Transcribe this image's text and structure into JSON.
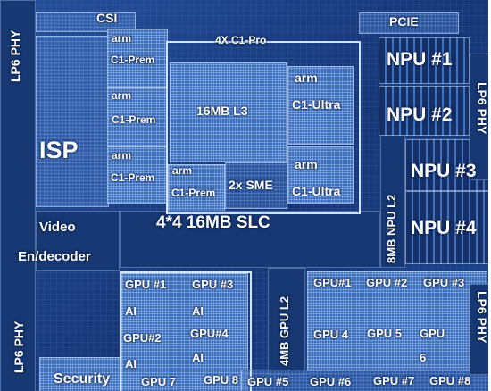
{
  "labels": {
    "csi": "CSI",
    "pcie": "PCIE",
    "lp6_phy_top_left": "LP6 PHY",
    "lp6_phy_bottom_left": "LP6 PHY",
    "lp6_phy_top_right": "LP6 PHY",
    "lp6_phy_bottom_right": "LP6 PHY",
    "isp": "ISP",
    "video": "Video",
    "en_decoder": "En/decoder",
    "security": "Security",
    "cpu_cluster": "4X C1-Pro",
    "l3_cache": "16MB L3",
    "sme": "2x SME",
    "slc": "4*4 16MB SLC",
    "npu_l2": "8MB NPU L2",
    "gpu_l2": "4MB GPU L2",
    "arm": "arm",
    "c1_prem": "C1-Prem",
    "c1_ultra": "C1-Ultra",
    "ai": "AI"
  },
  "npu": [
    "NPU #1",
    "NPU #2",
    "NPU #3",
    "NPU #4"
  ],
  "gpu_left": [
    "GPU #1",
    "GPU #3",
    "GPU#2",
    "GPU#4",
    "GPU 7",
    "GPU 8"
  ],
  "gpu_right": [
    "GPU#1",
    "GPU #2",
    "GPU #3",
    "GPU 4",
    "GPU 5",
    "GPU",
    "6",
    "GPU #5",
    "GPU #6",
    "GPU #7",
    "GPU #8"
  ],
  "colors": {
    "die": "#1a3f86",
    "label": "#ffffff",
    "highlight_frame": "#cfe4ff",
    "edge": "#ffffff"
  }
}
